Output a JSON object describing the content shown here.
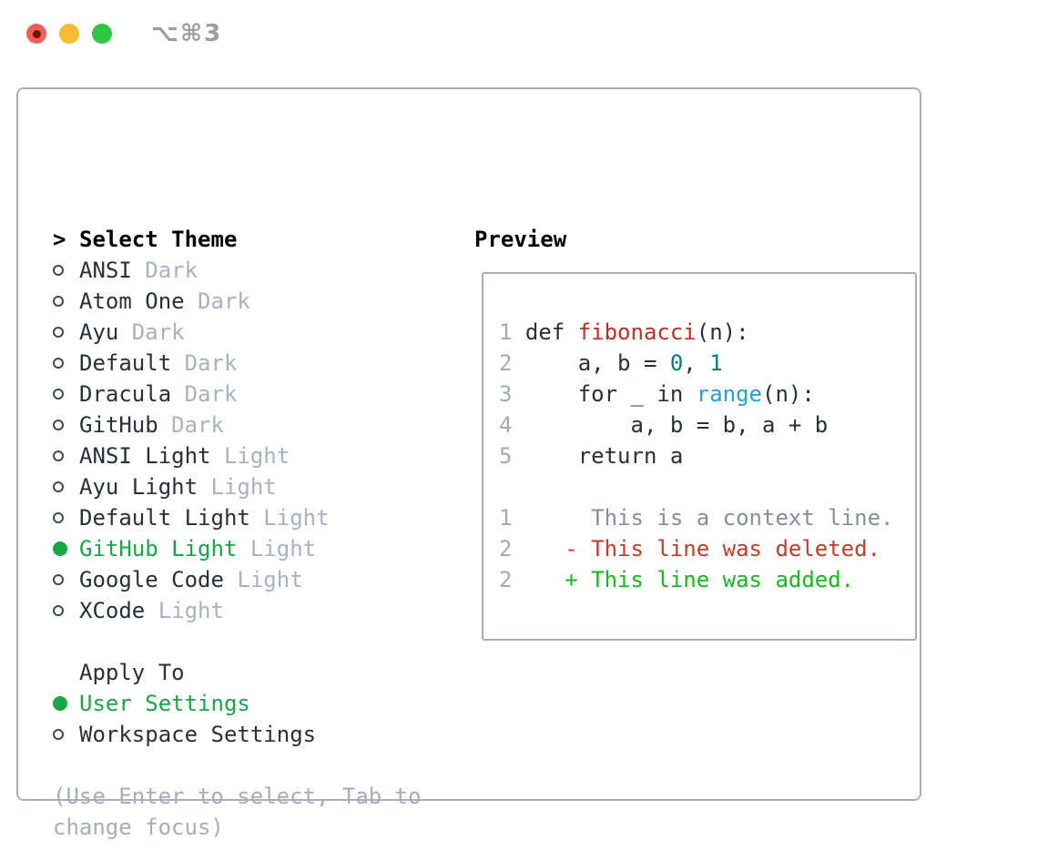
{
  "window": {
    "shortcut": "⌥⌘3"
  },
  "colors": {
    "selection_green": "#18a649",
    "added_green": "#17b81f",
    "deleted_red": "#c63b27",
    "function_red": "#b93128",
    "number_teal": "#0e7980",
    "builtin_blue": "#27a0d8",
    "text_dark": "#2a3037",
    "muted_gray": "#a9b2c0",
    "border_gray": "#a9b0ba",
    "traffic_red": "#f25f54",
    "traffic_yellow": "#f7bd2f",
    "traffic_green": "#2fc644"
  },
  "icons": {
    "cursor": ">",
    "radio_unselected": "○",
    "radio_selected": "●"
  },
  "theme_panel": {
    "title": "Select Theme",
    "items": [
      {
        "name": "ANSI",
        "tag": "Dark",
        "selected": false
      },
      {
        "name": "Atom One",
        "tag": "Dark",
        "selected": false
      },
      {
        "name": "Ayu",
        "tag": "Dark",
        "selected": false
      },
      {
        "name": "Default",
        "tag": "Dark",
        "selected": false
      },
      {
        "name": "Dracula",
        "tag": "Dark",
        "selected": false
      },
      {
        "name": "GitHub",
        "tag": "Dark",
        "selected": false
      },
      {
        "name": "ANSI Light",
        "tag": "Light",
        "selected": false
      },
      {
        "name": "Ayu Light",
        "tag": "Light",
        "selected": false
      },
      {
        "name": "Default Light",
        "tag": "Light",
        "selected": false
      },
      {
        "name": "GitHub Light",
        "tag": "Light",
        "selected": true
      },
      {
        "name": "Google Code",
        "tag": "Light",
        "selected": false
      },
      {
        "name": "XCode",
        "tag": "Light",
        "selected": false
      }
    ],
    "apply_to": {
      "title": "Apply To",
      "options": [
        {
          "label": "User Settings",
          "selected": true
        },
        {
          "label": "Workspace Settings",
          "selected": false
        }
      ]
    },
    "help_line1": "(Use Enter to select, Tab to",
    "help_line2": "change focus)"
  },
  "preview": {
    "title": "Preview",
    "lines": [
      {
        "name": "code-line-def",
        "num": "1",
        "tokens": [
          [
            "dark",
            " def "
          ],
          [
            "red",
            "fibonacci"
          ],
          [
            "dark",
            "(n):"
          ]
        ]
      },
      {
        "name": "code-line-assign",
        "num": "2",
        "tokens": [
          [
            "dark",
            "     a, b = "
          ],
          [
            "teal",
            "0"
          ],
          [
            "dark",
            ", "
          ],
          [
            "teal",
            "1"
          ]
        ]
      },
      {
        "name": "code-line-for",
        "num": "3",
        "tokens": [
          [
            "dark",
            "     for _ in "
          ],
          [
            "blue",
            "range"
          ],
          [
            "dark",
            "(n):"
          ]
        ]
      },
      {
        "name": "code-line-swap",
        "num": "4",
        "tokens": [
          [
            "dark",
            "         a, b = b, a + b"
          ]
        ]
      },
      {
        "name": "code-line-return",
        "num": "5",
        "tokens": [
          [
            "dark",
            "     return a"
          ]
        ]
      },
      {
        "name": "blank-line",
        "num": "",
        "tokens": []
      },
      {
        "name": "diff-context-line",
        "num": "1",
        "tokens": [
          [
            "ctx",
            "      This is a context line."
          ]
        ]
      },
      {
        "name": "diff-deleted-line",
        "num": "2",
        "tokens": [
          [
            "del",
            "    - This line was deleted."
          ]
        ]
      },
      {
        "name": "diff-added-line",
        "num": "2",
        "tokens": [
          [
            "add",
            "    + This line was added."
          ]
        ]
      }
    ]
  }
}
